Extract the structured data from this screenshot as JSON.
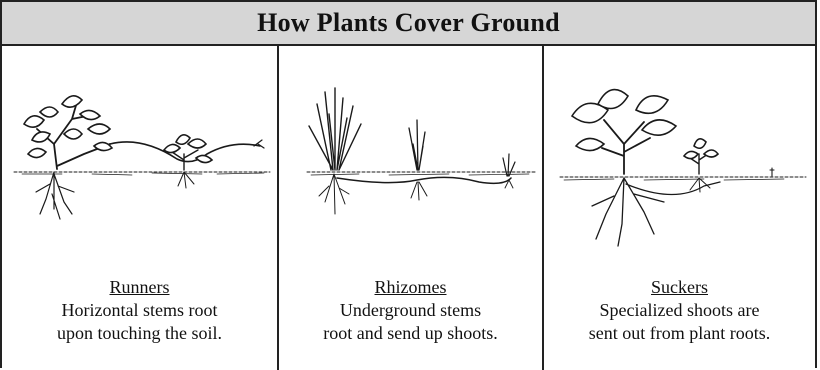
{
  "title": "How Plants Cover Ground",
  "panels": [
    {
      "name": "Runners",
      "line1": "Horizontal stems root",
      "line2": "upon touching the soil."
    },
    {
      "name": "Rhizomes",
      "line1": "Underground stems",
      "line2": "root and send up shoots."
    },
    {
      "name": "Suckers",
      "line1": "Specialized shoots are",
      "line2": "sent out from plant roots."
    }
  ]
}
